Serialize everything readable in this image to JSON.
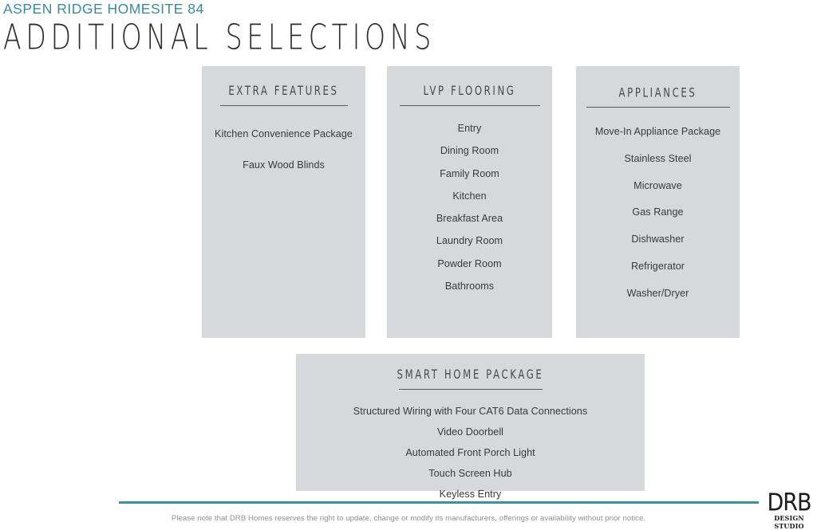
{
  "header": {
    "eyebrow": "ASPEN RIDGE HOMESITE 84",
    "title": "ADDITIONAL SELECTIONS",
    "accent_color": "#3b8a9b"
  },
  "theme": {
    "card_background": "#d7d8dc",
    "card_title_color": "#4a4a4a",
    "body_text_color": "#3a3a3a",
    "rule_color": "#3e8fa1",
    "page_background": "#ffffff"
  },
  "cards": [
    {
      "id": "extra-features",
      "title": "EXTRA FEATURES",
      "items": [
        "Kitchen Convenience Package",
        "Faux Wood Blinds"
      ]
    },
    {
      "id": "lvp-flooring",
      "title": "LVP FLOORING",
      "items": [
        "Entry",
        "Dining Room",
        "Family Room",
        "Kitchen",
        "Breakfast Area",
        "Laundry Room",
        "Powder Room",
        "Bathrooms"
      ]
    },
    {
      "id": "appliances",
      "title": "APPLIANCES",
      "items": [
        "Move-In Appliance Package",
        "Stainless Steel",
        "Microwave",
        "Gas Range",
        "Dishwasher",
        "Refrigerator",
        "Washer/Dryer"
      ]
    },
    {
      "id": "smart-home",
      "title": "SMART HOME PACKAGE",
      "items": [
        "Structured Wiring with Four CAT6 Data Connections",
        "Video Doorbell",
        "Automated Front Porch Light",
        "Touch Screen Hub",
        "Keyless Entry"
      ]
    }
  ],
  "footer": {
    "disclaimer": "Please note that DRB Homes reserves the right to update, change or modify its manufacturers, offerings or availability without prior notice.",
    "logo_mark": "DRB",
    "logo_subtitle": "DESIGN STUDIO"
  }
}
